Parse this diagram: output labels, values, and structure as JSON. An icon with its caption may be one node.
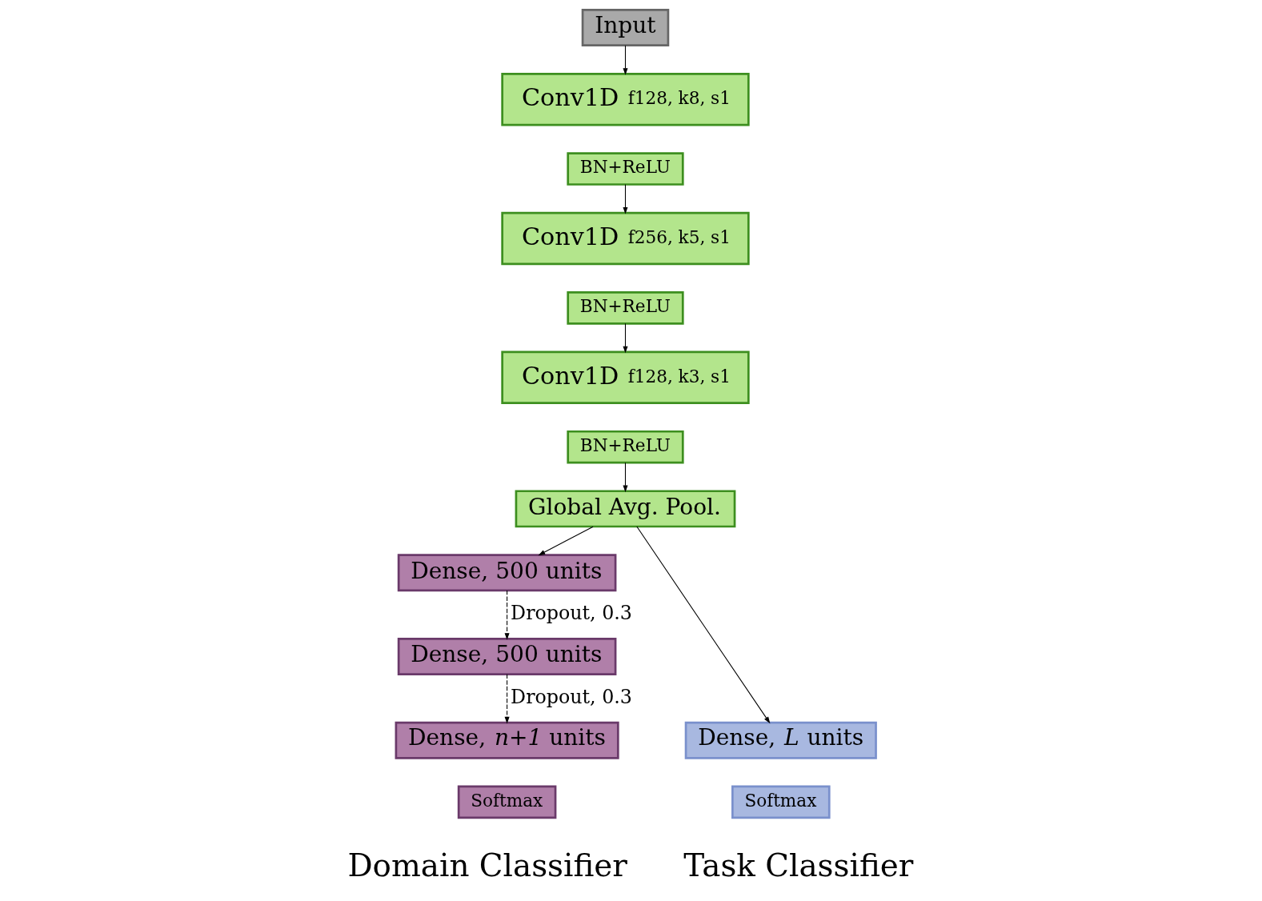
{
  "diagram": {
    "nodes": [
      {
        "text": [
          "Input"
        ]
      },
      {
        "text": [
          "Conv1D",
          "f128, k8, s1"
        ]
      },
      {
        "text": [
          "BN+ReLU"
        ]
      },
      {
        "text": [
          "Conv1D",
          "f256, k5, s1"
        ]
      },
      {
        "text": [
          "BN+ReLU"
        ]
      },
      {
        "text": [
          "Conv1D",
          "f128, k3, s1"
        ]
      },
      {
        "text": [
          "BN+ReLU"
        ]
      },
      {
        "text": [
          "Global Avg. Pool."
        ]
      },
      {
        "text": [
          "Dense, 500 units"
        ]
      },
      {
        "text": [
          "Dense, 500 units"
        ]
      },
      {
        "text": [
          "Dense, *n+1* units"
        ]
      },
      {
        "text": [
          "Softmax"
        ]
      },
      {
        "text": [
          "Dense, *L* units"
        ]
      },
      {
        "text": [
          "Softmax"
        ]
      }
    ],
    "edges": [
      {
        "from": 0,
        "to": 1,
        "arrow": "to"
      },
      {
        "from": 2,
        "to": 3,
        "arrow": "to"
      },
      {
        "from": 4,
        "to": 5,
        "arrow": "to"
      },
      {
        "from": 6,
        "to": 7,
        "arrow": "to"
      },
      {
        "from": 7,
        "to": 8,
        "arrow": "to"
      },
      {
        "from": 7,
        "to": 12,
        "arrow": "to"
      },
      {
        "from": 8,
        "to": 9,
        "arrow": "to",
        "label": "Dropout, 0.3",
        "style": "dashed"
      },
      {
        "from": 9,
        "to": 10,
        "arrow": "to",
        "label": "Dropout, 0.3",
        "style": "dashed"
      }
    ],
    "labels": [
      "Domain Classifier",
      "Task Classifier"
    ]
  }
}
